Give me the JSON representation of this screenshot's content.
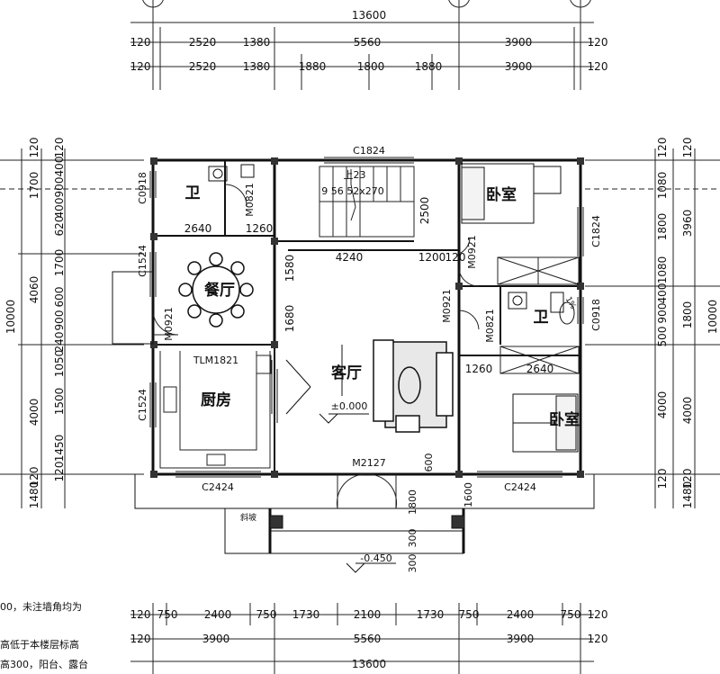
{
  "dims": {
    "top_total": "13600",
    "top_row1": [
      "120",
      "2520",
      "1380",
      "5560",
      "3900",
      "120"
    ],
    "top_row2": [
      "120",
      "2520",
      "1380",
      "1880",
      "1800",
      "1880",
      "3900",
      "120"
    ],
    "bottom_row1": [
      "120",
      "750",
      "2400",
      "750",
      "1730",
      "2100",
      "1730",
      "750",
      "2400",
      "750",
      "120"
    ],
    "bottom_row2": [
      "120",
      "3900",
      "5560",
      "3900",
      "120"
    ],
    "bottom_total": "13600",
    "left_total": "10000",
    "left_mid": [
      "1700",
      "4060",
      "4000",
      "1480"
    ],
    "left_inner": [
      "120",
      "400",
      "900",
      "400",
      "620",
      "1700",
      "600",
      "900",
      "240",
      "1050",
      "1500",
      "1450",
      "120"
    ],
    "left_tops": [
      "120",
      "120"
    ],
    "right_total": "10000",
    "right_mid": [
      "3960",
      "1800",
      "4000",
      "1480"
    ],
    "right_inner": [
      "120",
      "1080",
      "1800",
      "1080",
      "400",
      "900",
      "500",
      "4000",
      "120"
    ],
    "right_tops": [
      "120",
      "120"
    ],
    "interior": [
      "2640",
      "1260",
      "4240",
      "1200",
      "120",
      "1260",
      "2640",
      "1580",
      "1680",
      "2500"
    ]
  },
  "rooms": {
    "kitchen": "厨房",
    "dining": "餐厅",
    "living": "客厅",
    "bedroom_top": "卧室",
    "bedroom_bottom": "卧室",
    "bath_left": "卫",
    "bath_right": "卫"
  },
  "labels": {
    "c1824_top": "C1824",
    "c1824_right": "C1824",
    "c0918_left": "C0918",
    "c0918_right": "C0918",
    "c1524_upper": "C1524",
    "c1524_lower": "C1524",
    "c2424_left": "C2424",
    "c2424_right": "C2424",
    "m0821_bath": "M0821",
    "m0821_bath2": "M0821",
    "m0921_dining": "M0921",
    "m0921_living": "M0921",
    "m0921_bed": "M0921",
    "m2127": "M2127",
    "tlm1821": "TLM1821",
    "stair_up": "上23",
    "stair_spec": "9 56 52x270",
    "slope": "斜坡",
    "elev_main": "±0.000",
    "elev_porch": "-0.450",
    "porch_600": "600",
    "porch_1800": "1800",
    "porch_1600": "1600",
    "porch_300a": "300",
    "porch_300b": "300",
    "slope_pct": "1%"
  },
  "notes": {
    "line1": "00，未注墙角均为",
    "line2": "高低于本楼层标高",
    "line3": "高300，阳台、露台"
  }
}
